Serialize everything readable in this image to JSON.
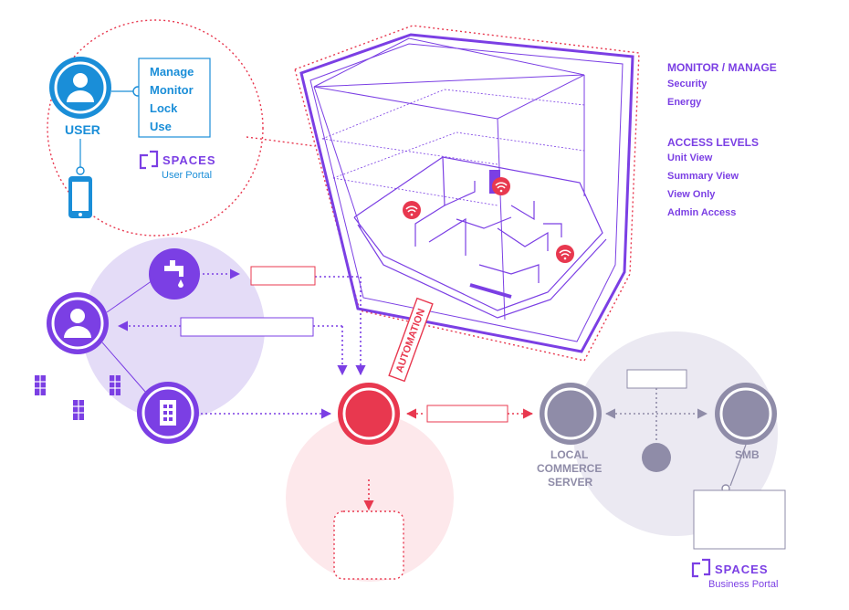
{
  "user_portal": {
    "user_label": "USER",
    "menu": [
      "Manage",
      "Monitor",
      "Lock",
      "Use"
    ],
    "brand": "SPACES",
    "caption": "User Portal"
  },
  "monitor_panel": {
    "heading": "MONITOR / MANAGE",
    "items": [
      "Security",
      "Energy"
    ]
  },
  "access_panel": {
    "heading": "ACCESS LEVELS",
    "items": [
      "Unit View",
      "Summary View",
      "View Only",
      "Admin Access"
    ]
  },
  "automation_label": "AUTOMATION",
  "local_server_label": [
    "LOCAL",
    "COMMERCE",
    "SERVER"
  ],
  "smb_label": "SMB",
  "business_portal": {
    "brand": "SPACES",
    "caption": "Business Portal"
  },
  "icons": [
    "user-icon",
    "phone-icon",
    "faucet-icon",
    "building-icon",
    "wifi-icon",
    "door-icon",
    "spaces-logo-icon"
  ],
  "colors": {
    "blue": "#1a8ed8",
    "purple": "#7b3fe4",
    "red": "#e8384f",
    "grey": "#8f8ca8",
    "lavender": "#e4dcf7",
    "pink": "#fde8eb",
    "lightgrey": "#ebe9f2"
  }
}
